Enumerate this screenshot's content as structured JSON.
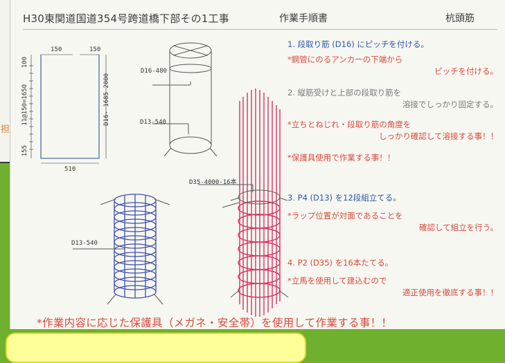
{
  "header": {
    "project_title": "H30東関道国道354号跨道橋下部その1工事",
    "doc_type": "作業手順書",
    "topic": "杭頭筋"
  },
  "side_mark": "担",
  "drawing_labels": {
    "dim_top_left": "150",
    "dim_top_right": "150",
    "dim_left_top": "100",
    "dim_left_main": "11@150=1650",
    "dim_left_bottom": "155",
    "dim_bottom": "510",
    "dim_right": "D16- 1685 2000",
    "d16_480": "D16-480",
    "d13_540_top": "D13-540",
    "d35_label": "D35-4000-16本",
    "d13_540_spiral": "D13-540"
  },
  "notes": [
    {
      "line1": "1. 段取り筋 (D16) にピッチを付ける。",
      "line2": "",
      "color": "#2d57a8"
    },
    {
      "line1": "*鋼管にのるアンカーの下端から",
      "line2": "ピッチを付ける。",
      "color": "#d84a3c"
    },
    {
      "line1": "2. 縦筋受けと上部の段取り筋を",
      "line2": "溶接でしっかり固定する。",
      "color": "#7a7a7a"
    },
    {
      "line1": "*立ちとねじれ・段取り筋の角度を",
      "line2": "しっかり確認して溶接する事！！",
      "color": "#d84a3c"
    },
    {
      "line1": "*保護具使用で作業する事！！",
      "line2": "",
      "color": "#d84a3c"
    },
    {
      "line1": "3. P4 (D13) を12段組立てる。",
      "line2": "",
      "color": "#2d57a8"
    },
    {
      "line1": "*ラップ位置が対面であることを",
      "line2": "確認して組立を行う。",
      "color": "#d84a3c"
    },
    {
      "line1": "4. P2 (D35) を16本たてる。",
      "line2": "",
      "color": "#d84a3c"
    },
    {
      "line1": "*立馬を使用して建込むので",
      "line2": "適正使用を徹底する事！！",
      "color": "#d84a3c"
    }
  ],
  "bottom_warning": "*作業内容に応じた保護具（メガネ・安全帯）を使用して作業する事！！",
  "colors": {
    "background": "#6fb02e",
    "sheet": "#f7f7f2",
    "accent_red": "#d84a3c",
    "accent_blue": "#2d57a8",
    "rebar_red": "#d83060",
    "rebar_blue": "#3d4fb0",
    "callout_yellow": "#ffff9a"
  }
}
